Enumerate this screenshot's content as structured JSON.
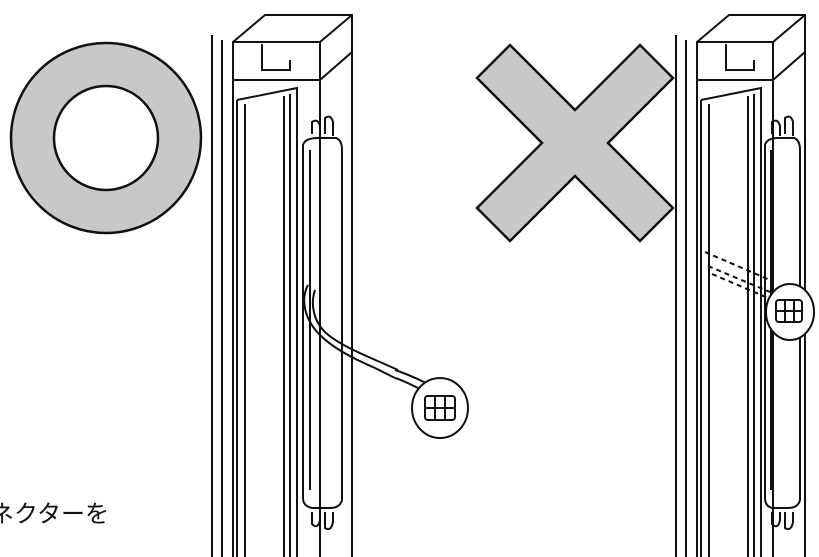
{
  "caption": "ネクターを",
  "colors": {
    "mark_fill": "#c8c8c8",
    "line": "#111111",
    "background": "#ffffff"
  },
  "symbols": {
    "correct": "maru-circle",
    "incorrect": "batsu-cross"
  }
}
